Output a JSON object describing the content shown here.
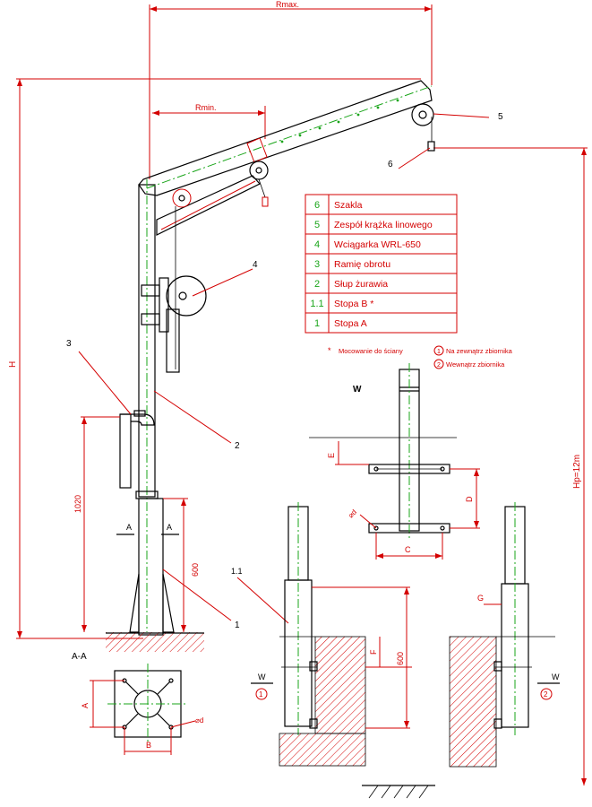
{
  "dimensions": {
    "r_max": "Rmax.",
    "r_min": "Rmin.",
    "height": "H",
    "hp": "Hp=12m",
    "dim_1020": "1020",
    "dim_600_main": "600",
    "dim_600_detail": "600",
    "dim_E": "E",
    "dim_D": "D",
    "dim_C": "C",
    "dim_F": "F",
    "dim_G": "G",
    "dim_A": "A",
    "dim_B": "B",
    "dim_d_main": "⌀d",
    "dim_d_detail": "⌀d"
  },
  "callouts": {
    "c1": "1",
    "c2": "2",
    "c3": "3",
    "c4": "4",
    "c5": "5",
    "c6": "6",
    "c11": "1.1"
  },
  "section": {
    "title": "A-A",
    "mark_left": "A",
    "mark_right": "A"
  },
  "view": {
    "w_label": "W",
    "w_left": "W",
    "w_right": "W",
    "circ_1": "1",
    "circ_2": "2"
  },
  "legend": [
    {
      "num": "6",
      "text": "Szakla"
    },
    {
      "num": "5",
      "text": "Zespół krążka linowego"
    },
    {
      "num": "4",
      "text": "Wciągarka WRL-650"
    },
    {
      "num": "3",
      "text": "Ramię obrotu"
    },
    {
      "num": "2",
      "text": "Słup żurawia"
    },
    {
      "num": "1.1",
      "text": "Stopa B *"
    },
    {
      "num": "1",
      "text": "Stopa A"
    }
  ],
  "notes": {
    "star": "*",
    "wall_mount": "Mocowanie do ściany",
    "n1_num": "1",
    "n1_text": "Na zewnątrz zbiornika",
    "n2_num": "2",
    "n2_text": "Wewnątrz zbiornika"
  },
  "colors": {
    "line": "#000000",
    "red": "#d40000",
    "green": "#1aa51a"
  }
}
